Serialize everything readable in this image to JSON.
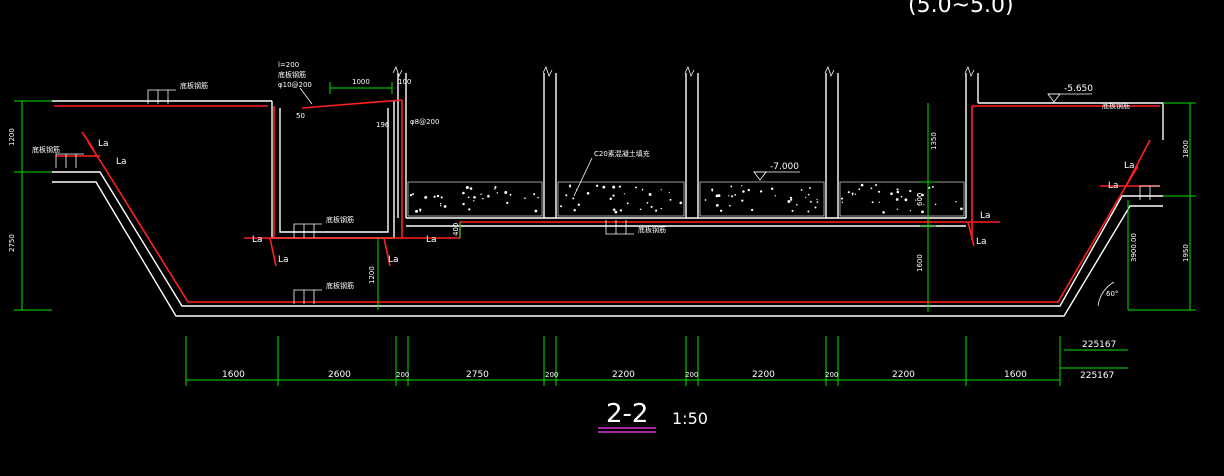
{
  "top_label": "(5.0~5.0)",
  "title": "2-2",
  "scale": "1:50",
  "elevation_top": "-5.650",
  "elevation_water": "-7.000",
  "bottom_dims": [
    "1600",
    "2600",
    "200",
    "2750",
    "200",
    "2200",
    "200",
    "2200",
    "200",
    "2200",
    "1600"
  ],
  "right_dims": [
    "225167",
    "225167"
  ],
  "right_vert_dims": [
    "1800",
    "1950"
  ],
  "left_vert_dims": [
    "1200",
    "2750"
  ],
  "inner_dims": {
    "d1350": "1350",
    "d600": "600",
    "d1600": "1600",
    "d1200": "1200",
    "d1000": "1000",
    "d100": "100",
    "d400": "400",
    "d50": "50",
    "d196": "196",
    "d3900": "3900.00",
    "angle": "60°"
  },
  "rebar_notes": {
    "top_note1": "l=200",
    "top_note2": "底板钢筋",
    "top_note3": "φ10@200",
    "phi8": "φ8@200",
    "filler_note": "C20素混凝土填充",
    "label_a": "底板钢筋",
    "label_b": "底板钢筋",
    "label_c": "底板钢筋",
    "label_d": "底板钢筋",
    "label_e": "底板钢筋",
    "label_f": "底板钢筋"
  },
  "la": "La"
}
